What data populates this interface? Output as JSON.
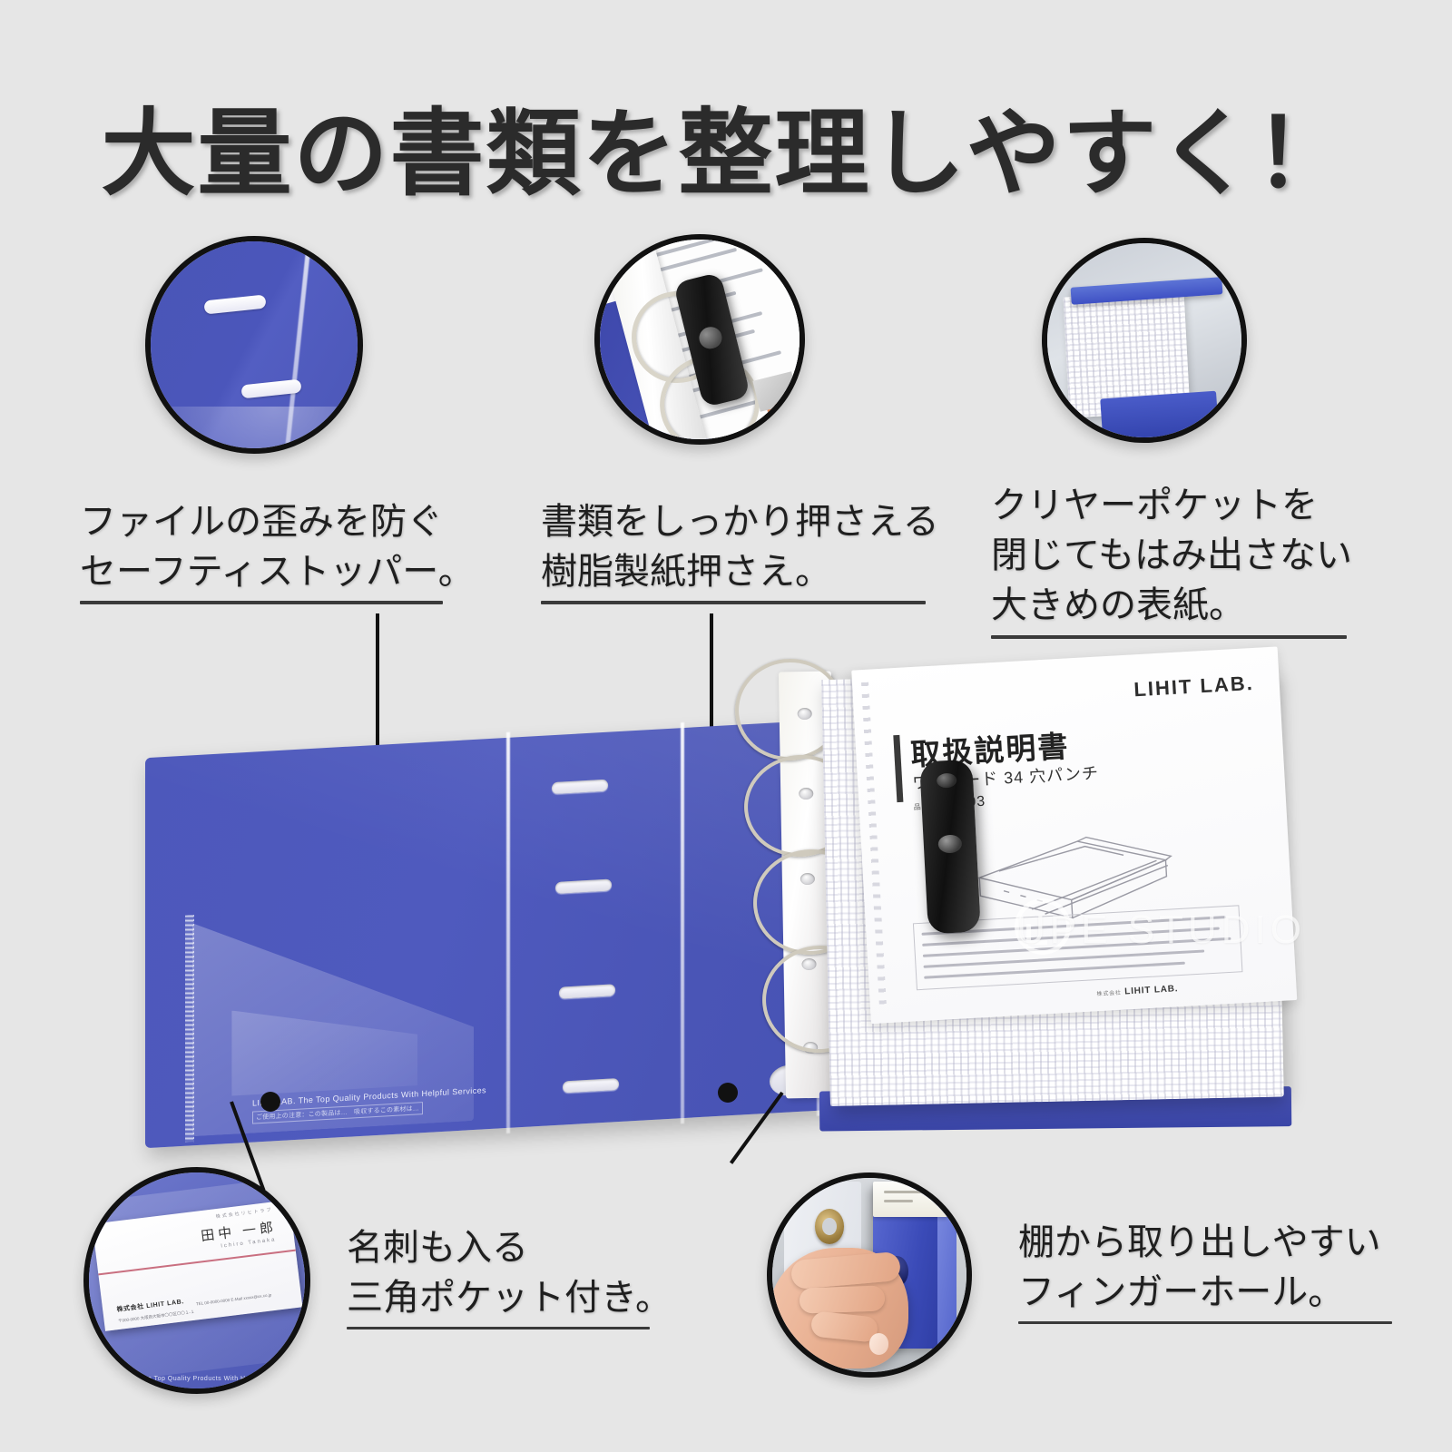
{
  "header": {
    "title": "大量の書類を整理しやすく！"
  },
  "features": [
    {
      "id": "safety-stopper",
      "lines": [
        "ファイルの歪みを防ぐ",
        "セーフティストッパー。"
      ],
      "icon": "circle-photo-safety-stopper"
    },
    {
      "id": "resin-paper-holder",
      "lines": [
        "書類をしっかり押さえる",
        "樹脂製紙押さえ。"
      ],
      "icon": "circle-photo-ring-clip"
    },
    {
      "id": "large-cover",
      "lines": [
        "クリヤーポケットを",
        "閉じてもはみ出さない",
        "大きめの表紙。"
      ],
      "icon": "circle-photo-clear-pockets"
    },
    {
      "id": "triangle-pocket",
      "lines": [
        "名刺も入る",
        "三角ポケット付き。"
      ],
      "icon": "circle-photo-business-card"
    },
    {
      "id": "finger-hole",
      "lines": [
        "棚から取り出しやすい",
        "フィンガーホール。"
      ],
      "icon": "circle-photo-finger-hole"
    }
  ],
  "product": {
    "brand": "LIHIT LAB.",
    "cover_brand_line": "LIHIT LAB. The Top Quality Products With Helpful Services",
    "cover_brand_note": "ご使用上の注意：この製品は…　吸収するこの素材は…",
    "manual": {
      "brand": "LIHIT LAB.",
      "title": "取扱説明書",
      "subtitle": "ワンサード 34 穴パンチ",
      "code_label": "品番",
      "code": "P-1603",
      "footer_brand": "LIHIT LAB.",
      "footer_label": "株式会社"
    }
  },
  "business_card": {
    "company_small": "株式会社リヒトラブ",
    "name": "田中 一郎",
    "name_romaji": "Ichiro Tanaka",
    "corp": "株式会社 LIHIT LAB.",
    "address": "〒000-0000\n大阪府大阪市〇〇区〇〇１-１",
    "contact": "TEL 00-0000-0000\nE-Mail xxxxx@xx.co.jp",
    "pocket_footer": "LIHIT LAB. The Top Quality Products With Helpful Services"
  },
  "watermark": {
    "text": "UPE STUDIO",
    "mark": "loupe-studio-logo"
  },
  "colors": {
    "background": "#e6e6e6",
    "binder_blue": "#4d58bb",
    "text_dark": "#1f1f1f",
    "leader_line": "#111111"
  }
}
